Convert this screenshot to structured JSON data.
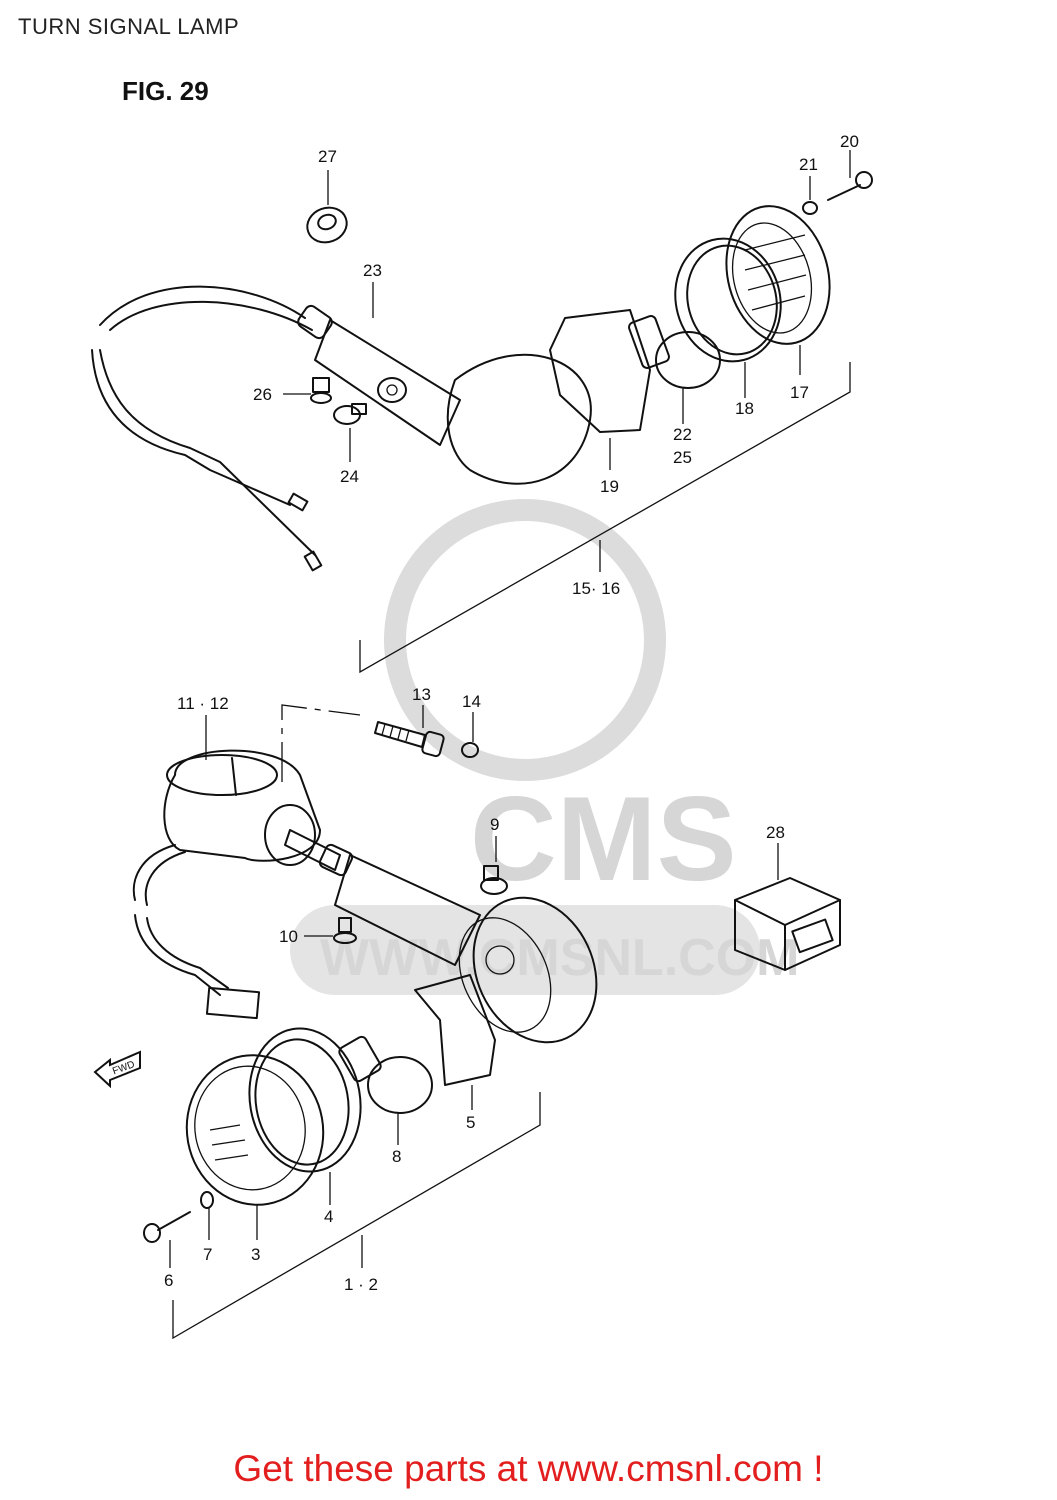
{
  "header": {
    "title": "TURN SIGNAL LAMP",
    "figure": "FIG. 29"
  },
  "watermark": {
    "brand": "CMS",
    "url": "WWW.CMSNL.COM"
  },
  "fwd_arrow": {
    "label": "FWD"
  },
  "callouts": {
    "c27": "27",
    "c21": "21",
    "c20": "20",
    "c23": "23",
    "c26": "26",
    "c24": "24",
    "c17": "17",
    "c18": "18",
    "c19": "19",
    "c22": "22",
    "c25": "25",
    "c15_16": "15· 16",
    "c11_12": "11 · 12",
    "c13": "13",
    "c14": "14",
    "c9": "9",
    "c28": "28",
    "c10": "10",
    "c5": "5",
    "c8": "8",
    "c4": "4",
    "c3": "3",
    "c7": "7",
    "c6": "6",
    "c1_2": "1 · 2"
  },
  "footer": {
    "cta": "Get these parts at www.cmsnl.com !"
  }
}
